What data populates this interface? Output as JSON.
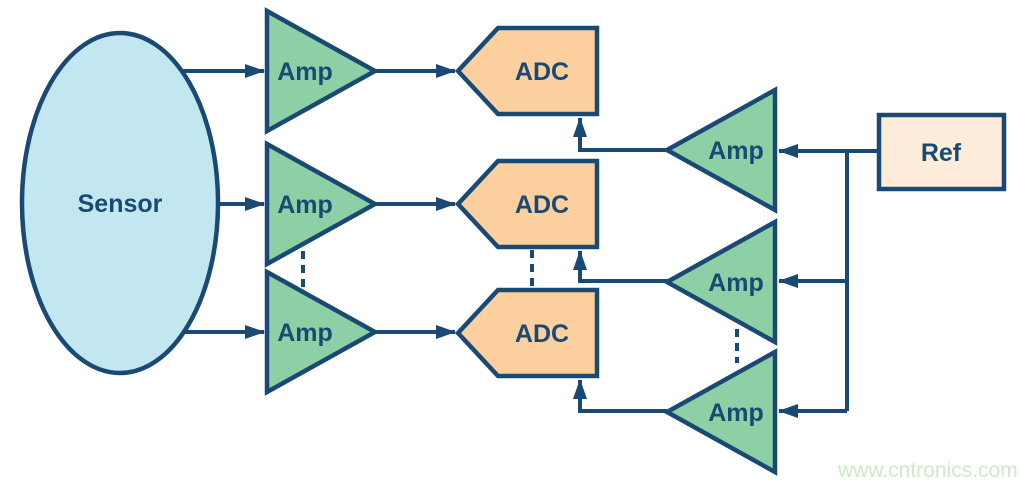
{
  "diagram": {
    "title": "sensor-amp-adc-reference-signal-chain",
    "sensor": {
      "label": "Sensor"
    },
    "amps_left": [
      {
        "label": "Amp"
      },
      {
        "label": "Amp"
      },
      {
        "label": "Amp"
      }
    ],
    "adcs": [
      {
        "label": "ADC"
      },
      {
        "label": "ADC"
      },
      {
        "label": "ADC"
      }
    ],
    "amps_right": [
      {
        "label": "Amp"
      },
      {
        "label": "Amp"
      },
      {
        "label": "Amp"
      }
    ],
    "ref": {
      "label": "Ref"
    },
    "watermark": "www.cntronics.com",
    "colors": {
      "outline": "#1a4a73",
      "amp_fill": "#8ed0a6",
      "sensor_fill": "#c3e7f1",
      "adc_fill": "#fbcf9e",
      "ref_fill": "#fcecd9",
      "watermark": "#cfeac7",
      "background": "#ffffff"
    }
  }
}
